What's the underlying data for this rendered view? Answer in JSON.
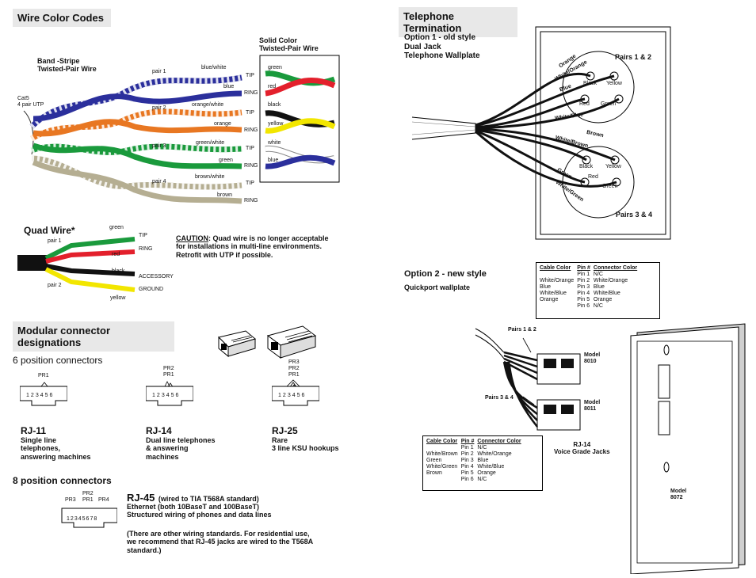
{
  "wire_color_codes": {
    "title": "Wire Color Codes",
    "band_stripe_label": "Band -Stripe\nTwisted-Pair Wire",
    "solid_color_label": "Solid Color\nTwisted-Pair Wire",
    "cat5_label": "Cat5\n4 pair UTP",
    "pairs": [
      {
        "pair": "pair 1",
        "stripe_a": "blue/white",
        "stripe_b": "blue",
        "solid_a": "green",
        "solid_b": "red"
      },
      {
        "pair": "pair 2",
        "stripe_a": "orange/white",
        "stripe_b": "orange",
        "solid_a": "black",
        "solid_b": "yellow"
      },
      {
        "pair": "pair 3",
        "stripe_a": "green/white",
        "stripe_b": "green",
        "solid_a": "white",
        "solid_b": "blue"
      },
      {
        "pair": "pair 4",
        "stripe_a": "brown/white",
        "stripe_b": "brown"
      }
    ],
    "tip": "TIP",
    "ring": "RING"
  },
  "quad_wire": {
    "title": "Quad Wire*",
    "pair1": "pair 1",
    "pair2": "pair 2",
    "wires": [
      "green",
      "red",
      "black",
      "yellow"
    ],
    "terminals": [
      "TIP",
      "RING",
      "ACCESSORY",
      "GROUND"
    ],
    "caution_label": "CAUTION",
    "caution_text": ": Quad wire is no longer acceptable",
    "caution_line2": "for  installations in multi-line environments.",
    "caution_line3": "Retrofit with UTP if possible."
  },
  "modular": {
    "title": "Modular connector designations",
    "six_pos": "6 position connectors",
    "eight_pos": "8 position connectors",
    "pin_numbers_6": [
      "1",
      "2",
      "3",
      "4",
      "5",
      "6"
    ],
    "pin_numbers_8": [
      "1",
      "2",
      "3",
      "4",
      "5",
      "6",
      "7",
      "8"
    ],
    "rj11": {
      "name": "RJ-11",
      "pr": "PR1",
      "d1": "Single line",
      "d2": "telephones,",
      "d3": "answering machines"
    },
    "rj14": {
      "name": "RJ-14",
      "pr2": "PR2",
      "pr1": "PR1",
      "d1": "Dual line telephones",
      "d2": "& answering",
      "d3": "machines"
    },
    "rj25": {
      "name": "RJ-25",
      "pr3": "PR3",
      "pr2": "PR2",
      "pr1": "PR1",
      "d1": "Rare",
      "d2": "3 line KSU hookups"
    },
    "rj45": {
      "name": "RJ-45",
      "sub": "(wired to TIA T568A standard)",
      "pr2": "PR2",
      "pr3": "PR3",
      "pr1": "PR1",
      "pr4": "PR4",
      "d1": "Ethernet (both 10BaseT and 100BaseT)",
      "d2": "Structured wiring of phones and data lines",
      "n1": "(There are other wiring standards.  For residential use,",
      "n2": "we recommend that  RJ-45 jacks are wired to the T568A",
      "n3": "standard.)"
    }
  },
  "telephone": {
    "title": "Telephone Termination",
    "option1_l1": "Option 1 - old style",
    "option1_l2": "Dual Jack",
    "option1_l3": "Telephone Wallplate",
    "pairs12": "Pairs 1 & 2",
    "pairs34": "Pairs 3 & 4",
    "wires_top": [
      "Orange",
      "White/Orange",
      "Blue",
      "White/Blue"
    ],
    "wires_bottom": [
      "Brown",
      "White/Brown",
      "Green",
      "White/Green"
    ],
    "terminals": [
      "Black",
      "Yellow",
      "Red",
      "Green"
    ],
    "option2": "Option 2 - new style",
    "quickport": "Quickport wallplate",
    "pairs12_b": "Pairs 1 & 2",
    "pairs34_b": "Pairs 3 & 4",
    "model8010": "Model\n8010",
    "model8011": "Model\n8011",
    "model8072": "Model\n8072",
    "rj14_jacks": "RJ-14\nVoice Grade Jacks",
    "table_headers": [
      "Cable Color",
      "Pin #",
      "Connector Color"
    ],
    "table_top": [
      [
        "",
        "Pin 1",
        "N/C"
      ],
      [
        "White/Orange",
        "Pin 2",
        "White/Orange"
      ],
      [
        "Blue",
        "Pin 3",
        "Blue"
      ],
      [
        "White/Blue",
        "Pin 4",
        "White/Blue"
      ],
      [
        "Orange",
        "Pin 5",
        "Orange"
      ],
      [
        "",
        "Pin 6",
        "N/C"
      ]
    ],
    "table_bottom": [
      [
        "",
        "Pin 1",
        "N/C"
      ],
      [
        "White/Brown",
        "Pin 2",
        "White/Orange"
      ],
      [
        "Green",
        "Pin 3",
        "Blue"
      ],
      [
        "White/Green",
        "Pin 4",
        "White/Blue"
      ],
      [
        "Brown",
        "Pin 5",
        "Orange"
      ],
      [
        "",
        "Pin 6",
        "N/C"
      ]
    ]
  },
  "colors": {
    "blue": "#2b2f9c",
    "orange": "#e87722",
    "green": "#1a9a3c",
    "brown": "#b5ae92",
    "red": "#e3202c",
    "yellow": "#f2e600",
    "black": "#111111"
  }
}
